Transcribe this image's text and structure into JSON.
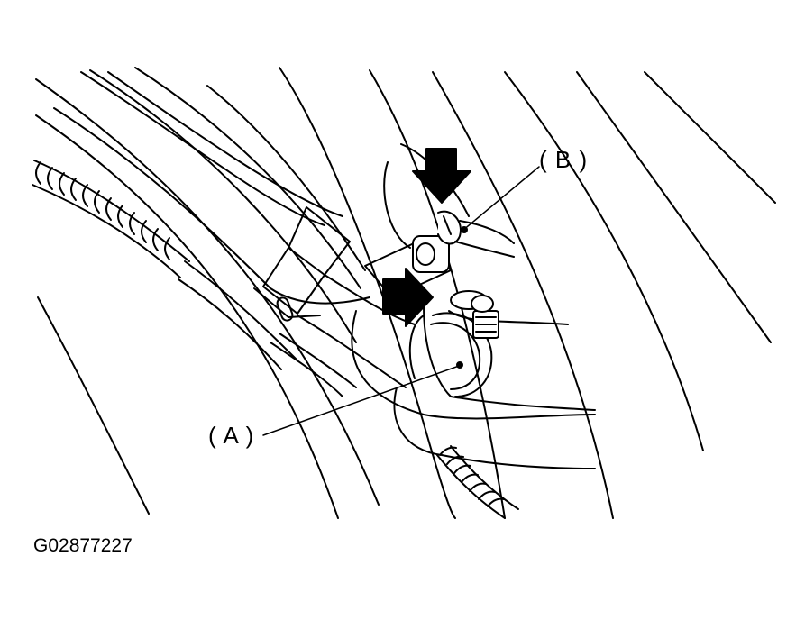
{
  "diagram": {
    "callouts": {
      "a": "( A )",
      "b": "( B )"
    },
    "figure_id": "G02877227"
  },
  "colors": {
    "line": "#000000",
    "background": "#ffffff"
  }
}
